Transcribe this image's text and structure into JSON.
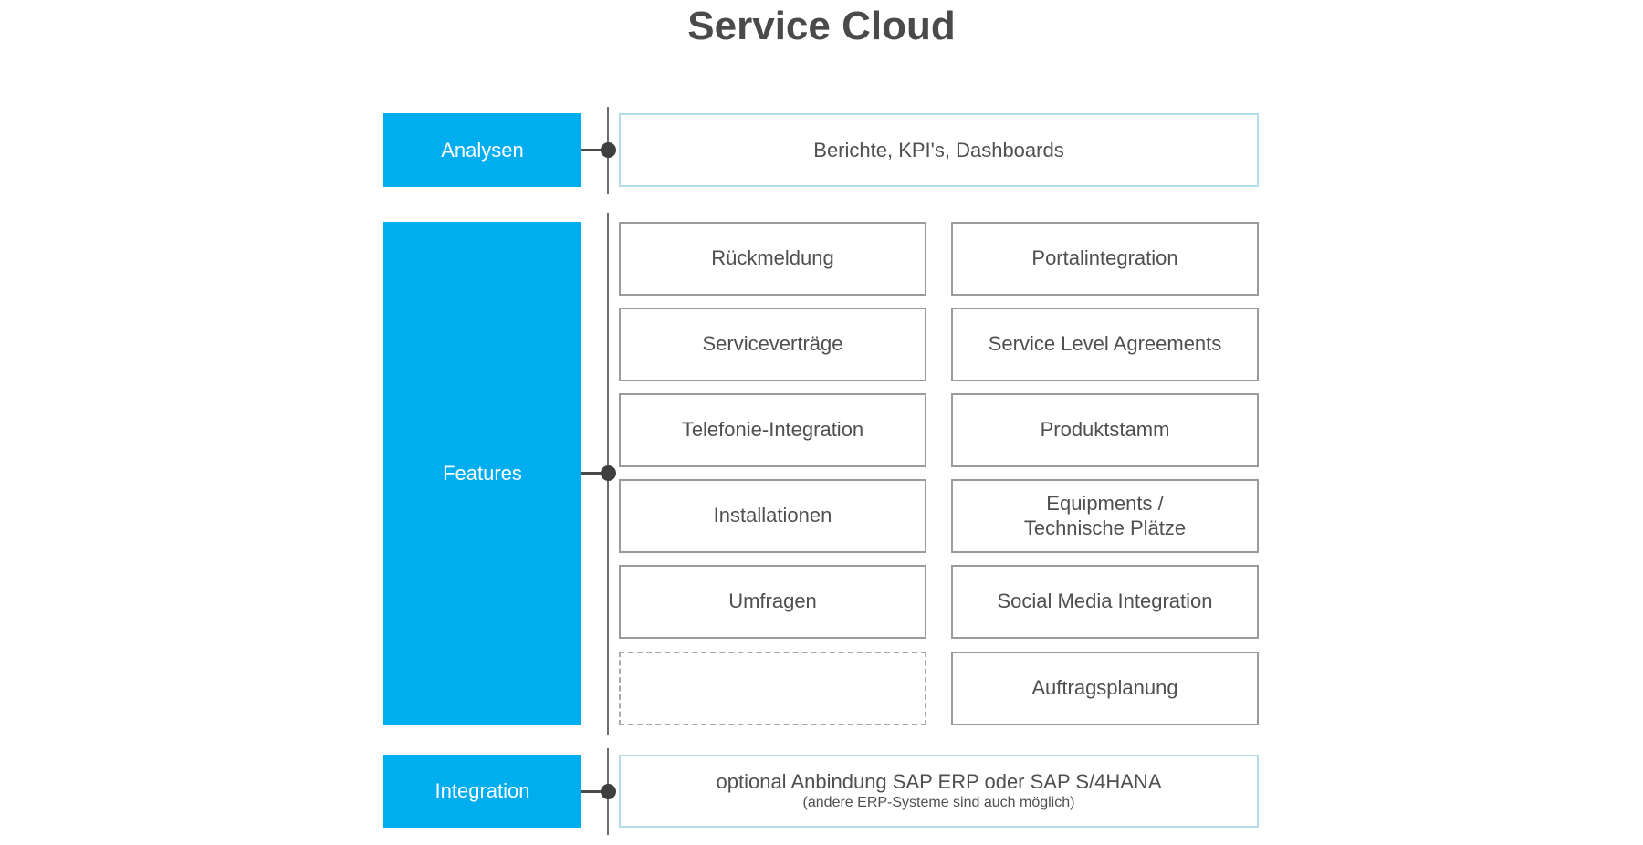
{
  "title": "Service Cloud",
  "colors": {
    "accent_blue": "#00aeef",
    "target_box_border": "#b5dde8",
    "cell_border": "#9b9b9b",
    "connector_line": "#6b6b6b",
    "connector_dot": "#3f3f3f",
    "text": "#4f4f4f"
  },
  "analysen": {
    "label": "Analysen",
    "target": "Berichte, KPI's, Dashboards"
  },
  "features": {
    "label": "Features",
    "cells": [
      {
        "col1": "Rückmeldung",
        "col2": "Portalintegration"
      },
      {
        "col1": "Serviceverträge",
        "col2": "Service Level Agreements"
      },
      {
        "col1": "Telefonie-Integration",
        "col2": "Produktstamm"
      },
      {
        "col1": "Installationen",
        "col2": "Equipments /\nTechnische Plätze"
      },
      {
        "col1": "Umfragen",
        "col2": "Social Media Integration"
      },
      {
        "col1": "",
        "col2": "Auftragsplanung"
      }
    ]
  },
  "integration": {
    "label": "Integration",
    "target_main": "optional Anbindung SAP ERP oder SAP S/4HANA",
    "target_sub": "(andere ERP-Systeme sind auch möglich)"
  }
}
